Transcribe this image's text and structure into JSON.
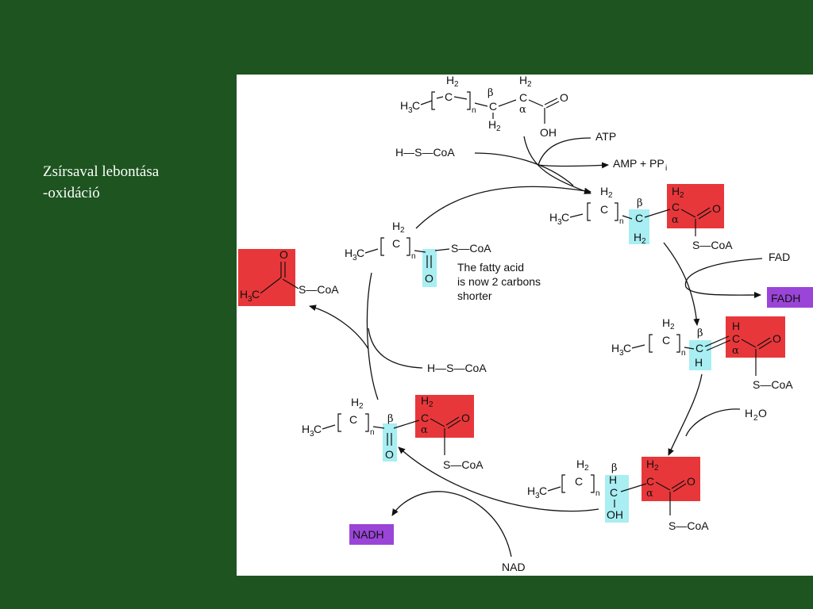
{
  "slide": {
    "title_line1": "Zsírsaval lebontása",
    "title_line2": "-oxidáció"
  },
  "diagram": {
    "inputs": {
      "atp": "ATP",
      "amp_ppi": "AMP + PP",
      "ppi_subscript": "i",
      "hscoa": "H—S—CoA",
      "fad": "FAD",
      "fadh": "FADH",
      "water": "H",
      "water_sub": "2",
      "water_o": "O",
      "nad": "NAD",
      "nadh": "NADH"
    },
    "atoms": {
      "h3c": "H",
      "three": "3",
      "c": "C",
      "h": "H",
      "two": "2",
      "n": "n",
      "o": "O",
      "oh": "OH",
      "scoa": "S—CoA",
      "alpha": "α",
      "beta": "β"
    },
    "note_line1": "The fatty acid",
    "note_line2": "is now 2 carbons",
    "note_line3": "shorter",
    "colors": {
      "alpha_highlight": "#e8373a",
      "beta_highlight": "#a8eef2",
      "cofactor_highlight": "#9b45d8",
      "background": "#1d541f"
    }
  }
}
